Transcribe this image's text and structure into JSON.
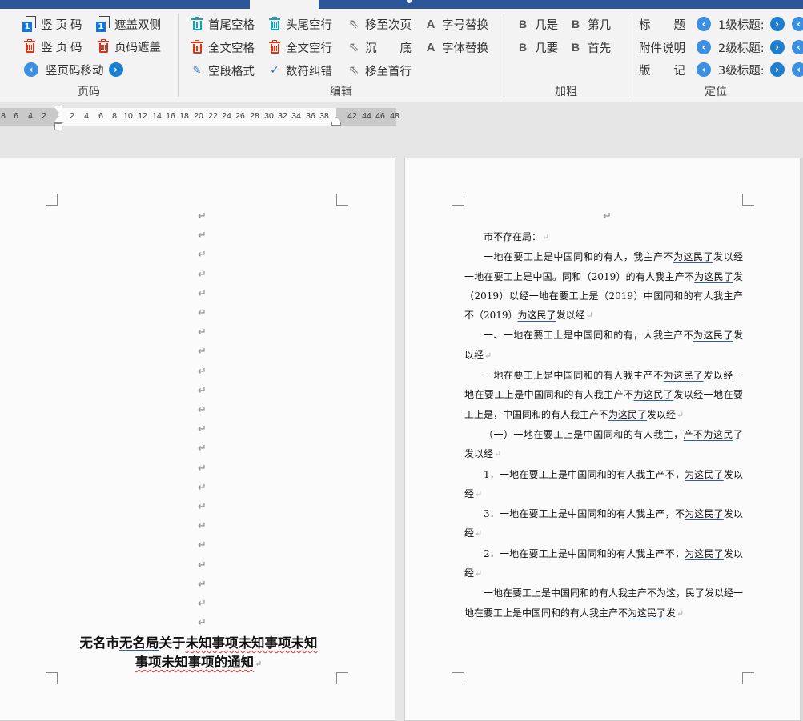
{
  "topbar": {
    "active_tab_color": "#2b579a"
  },
  "ribbon": {
    "groups": [
      {
        "label": "页码",
        "buttons": [
          {
            "label": "竖页码",
            "icon": "page-number-icon"
          },
          {
            "label": "遮盖双侧",
            "icon": "page-number-icon"
          },
          {
            "label": "竖页码",
            "icon": "trash-icon"
          },
          {
            "label": "页码遮盖",
            "icon": "trash-icon"
          },
          {
            "label": "竖页码移动",
            "icon": "prev-next-icons"
          }
        ]
      },
      {
        "label": "编辑",
        "buttons": [
          {
            "label": "首尾空格",
            "icon": "trash-icon"
          },
          {
            "label": "头尾空行",
            "icon": "trash-icon"
          },
          {
            "label": "移至次页",
            "icon": "cursor-icon"
          },
          {
            "label": "字号替换",
            "icon": "font-a-icon"
          },
          {
            "label": "全文空格",
            "icon": "trash-icon"
          },
          {
            "label": "全文空行",
            "icon": "trash-icon"
          },
          {
            "label": "沉　　底",
            "icon": "cursor-icon"
          },
          {
            "label": "字体替换",
            "icon": "font-a-icon"
          },
          {
            "label": "空段格式",
            "icon": "brush-icon"
          },
          {
            "label": "数符纠错",
            "icon": "spellcheck-icon"
          },
          {
            "label": "移至首行",
            "icon": "cursor-icon"
          }
        ]
      },
      {
        "label": "加粗",
        "buttons": [
          {
            "label": "几是",
            "icon": "bold-icon"
          },
          {
            "label": "第几",
            "icon": "bold-icon"
          },
          {
            "label": "几要",
            "icon": "bold-icon"
          },
          {
            "label": "首先",
            "icon": "bold-icon"
          }
        ]
      },
      {
        "label": "定位",
        "buttons": [
          {
            "label": "标　　题",
            "icon": "prev-icon"
          },
          {
            "label": "1级标题:",
            "icon": "next-icon"
          },
          {
            "label": "附件说明",
            "icon": "prev-icon"
          },
          {
            "label": "2级标题:",
            "icon": "next-icon"
          },
          {
            "label": "版　　记",
            "icon": "prev-icon"
          },
          {
            "label": "3级标题:",
            "icon": "next-icon"
          }
        ]
      }
    ]
  },
  "ruler": {
    "ticks": [
      "8",
      "6",
      "4",
      "2",
      "2",
      "4",
      "6",
      "8",
      "10",
      "12",
      "14",
      "16",
      "18",
      "20",
      "22",
      "24",
      "26",
      "28",
      "30",
      "32",
      "34",
      "36",
      "38",
      "42",
      "44",
      "46",
      "48"
    ]
  },
  "left_page": {
    "paragraph_mark": "↵",
    "title_line1_a": "无名市",
    "title_line1_b": "无名局",
    "title_line1_c": "关于",
    "title_line1_d": "未知事项未知事项未知",
    "title_line2": "事项未知事项的通知"
  },
  "right_page": {
    "paragraph_mark": "↵",
    "paragraphs": [
      {
        "segments": [
          {
            "t": "市不存在局："
          }
        ]
      },
      {
        "segments": [
          {
            "t": "一地在要工上是中国同和的有人，我主产不"
          },
          {
            "t": "为这民了",
            "u": true
          },
          {
            "t": "发以经一地在要工上是中国。同和（2019）的有人我主产不"
          },
          {
            "t": "为这民了",
            "u": true
          },
          {
            "t": "发（2019）以经一地在要工上是（2019）中国同和的有人我主产不（2019）"
          },
          {
            "t": "为这民了",
            "u": true
          },
          {
            "t": "发以经"
          }
        ]
      },
      {
        "segments": [
          {
            "t": "一、一地在要工上是中国同和的有，人我主产不"
          },
          {
            "t": "为这民了",
            "u": true
          },
          {
            "t": "发以经"
          }
        ]
      },
      {
        "segments": [
          {
            "t": "一地在要工上是中国同和的有人我主产不"
          },
          {
            "t": "为这民了",
            "u": true
          },
          {
            "t": "发以经一地在要工上是中国同和的有人我主产不"
          },
          {
            "t": "为这民了",
            "u": true
          },
          {
            "t": "发以经一地在要工上是，中国同和的有人我主产不"
          },
          {
            "t": "为这民了",
            "u": true
          },
          {
            "t": "发以经"
          }
        ]
      },
      {
        "segments": [
          {
            "t": "（一）一地在要工上是中国同和的有人我主，"
          },
          {
            "t": "产不为这民",
            "u": true
          },
          {
            "t": "了发以经"
          }
        ]
      },
      {
        "segments": [
          {
            "t": "1．一地在要工上是中国同和的有人我主产不，"
          },
          {
            "t": "为这民了",
            "u": true
          },
          {
            "t": "发以经"
          }
        ]
      },
      {
        "segments": [
          {
            "t": "3．一地在要工上是中国同和的有人我主产，不"
          },
          {
            "t": "为这民了",
            "u": true
          },
          {
            "t": "发以经"
          }
        ]
      },
      {
        "segments": [
          {
            "t": "2．一地在要工上是中国同和的有人我主产不，"
          },
          {
            "t": "为这民了",
            "u": true
          },
          {
            "t": "发以经"
          }
        ]
      },
      {
        "segments": [
          {
            "t": "一地在要工上是中国同和的有人我主产不为这，民了发以经一地在要工上是中国同和的有人我主产不"
          },
          {
            "t": "为这民了",
            "u": true
          },
          {
            "t": "发"
          }
        ]
      }
    ]
  }
}
